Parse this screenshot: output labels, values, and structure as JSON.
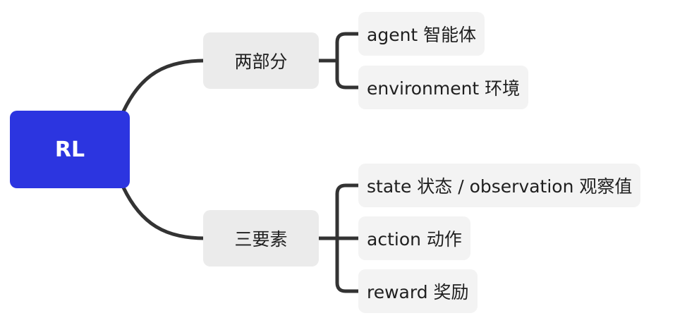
{
  "root": {
    "label": "RL"
  },
  "branches": [
    {
      "label": "两部分",
      "children": [
        "agent 智能体",
        "environment 环境"
      ]
    },
    {
      "label": "三要素",
      "children": [
        "state 状态 / observation 观察值",
        "action 动作",
        "reward 奖励"
      ]
    }
  ],
  "colors": {
    "root_fill": "#2c35e0",
    "root_text": "#ffffff",
    "branch_fill": "#ebebeb",
    "leaf_fill": "#f3f3f3",
    "connector": "#333333"
  }
}
